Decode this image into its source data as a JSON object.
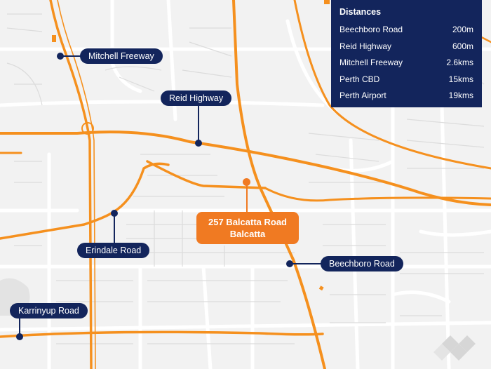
{
  "map": {
    "road_labels": [
      {
        "id": "mitchell",
        "text": "Mitchell Freeway"
      },
      {
        "id": "reid",
        "text": "Reid Highway"
      },
      {
        "id": "erindale",
        "text": "Erindale Road"
      },
      {
        "id": "karrinyup",
        "text": "Karrinyup Road"
      },
      {
        "id": "beechboro",
        "text": "Beechboro Road"
      }
    ],
    "subject": {
      "line1": "257 Balcatta Road",
      "line2": "Balcatta"
    },
    "colors": {
      "road": "#f5901e",
      "label_bg": "#13255c",
      "subject": "#f07a22",
      "background": "#f2f2f2"
    }
  },
  "distances": {
    "title": "Distances",
    "rows": [
      {
        "place": "Beechboro Road",
        "distance": "200m"
      },
      {
        "place": "Reid Highway",
        "distance": "600m"
      },
      {
        "place": "Mitchell Freeway",
        "distance": "2.6kms"
      },
      {
        "place": "Perth CBD",
        "distance": "15kms"
      },
      {
        "place": "Perth Airport",
        "distance": "19kms"
      }
    ]
  }
}
